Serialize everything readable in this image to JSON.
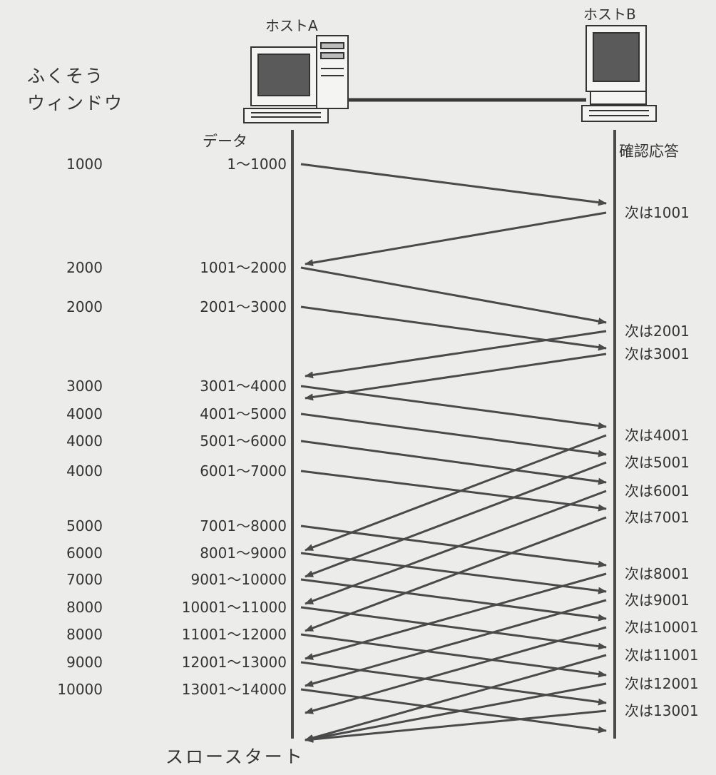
{
  "hosts": {
    "a": "ホストA",
    "b": "ホストB"
  },
  "headers": {
    "window_line1": "ふくそう",
    "window_line2": "ウィンドウ",
    "data": "データ",
    "ack": "確認応答"
  },
  "caption": "スロースタート",
  "rows": [
    {
      "window": "1000",
      "data": "1〜1000"
    },
    {
      "window": "2000",
      "data": "1001〜2000"
    },
    {
      "window": "2000",
      "data": "2001〜3000"
    },
    {
      "window": "3000",
      "data": "3001〜4000"
    },
    {
      "window": "4000",
      "data": "4001〜5000"
    },
    {
      "window": "4000",
      "data": "5001〜6000"
    },
    {
      "window": "4000",
      "data": "6001〜7000"
    },
    {
      "window": "5000",
      "data": "7001〜8000"
    },
    {
      "window": "6000",
      "data": "8001〜9000"
    },
    {
      "window": "7000",
      "data": "9001〜10000"
    },
    {
      "window": "8000",
      "data": "10001〜11000"
    },
    {
      "window": "8000",
      "data": "11001〜12000"
    },
    {
      "window": "9000",
      "data": "12001〜13000"
    },
    {
      "window": "10000",
      "data": "13001〜14000"
    }
  ],
  "acks": [
    "次は1001",
    "次は2001",
    "次は3001",
    "次は4001",
    "次は5001",
    "次は6001",
    "次は7001",
    "次は8001",
    "次は9001",
    "次は10001",
    "次は11001",
    "次は12001",
    "次は13001"
  ],
  "colors": {
    "line": "#4a4a4a",
    "text": "#333333",
    "paper": "#ececea"
  }
}
